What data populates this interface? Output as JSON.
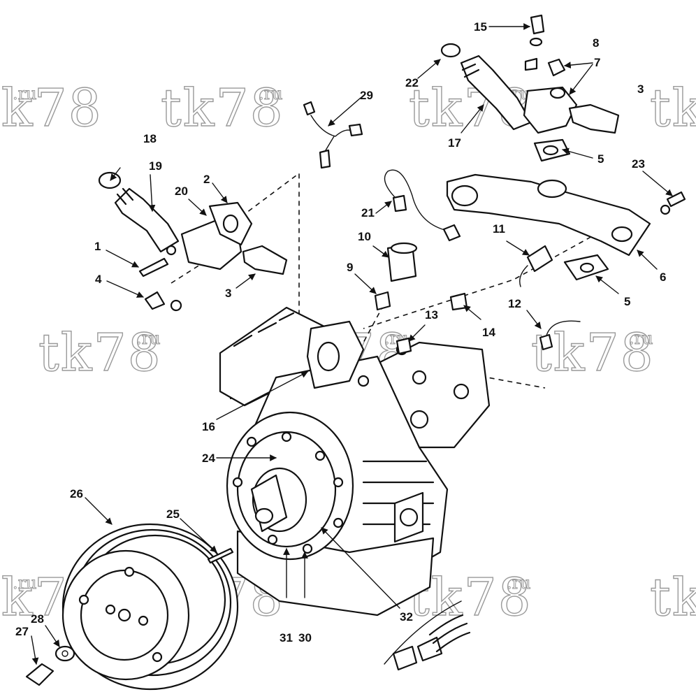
{
  "watermark": {
    "main": "tk78",
    "suffix": ".ru"
  },
  "labels": {
    "l1": "1",
    "l2": "2",
    "l3a": "3",
    "l3b": "3",
    "l4": "4",
    "l5a": "5",
    "l5b": "5",
    "l6": "6",
    "l7": "7",
    "l8": "8",
    "l9": "9",
    "l10": "10",
    "l11": "11",
    "l12": "12",
    "l13": "13",
    "l14": "14",
    "l15": "15",
    "l16": "16",
    "l17": "17",
    "l18": "18",
    "l19": "19",
    "l20": "20",
    "l21": "21",
    "l22": "22",
    "l23": "23",
    "l24": "24",
    "l25": "25",
    "l26": "26",
    "l27": "27",
    "l28": "28",
    "l29": "29",
    "l30": "30",
    "l31": "31",
    "l32": "32"
  }
}
